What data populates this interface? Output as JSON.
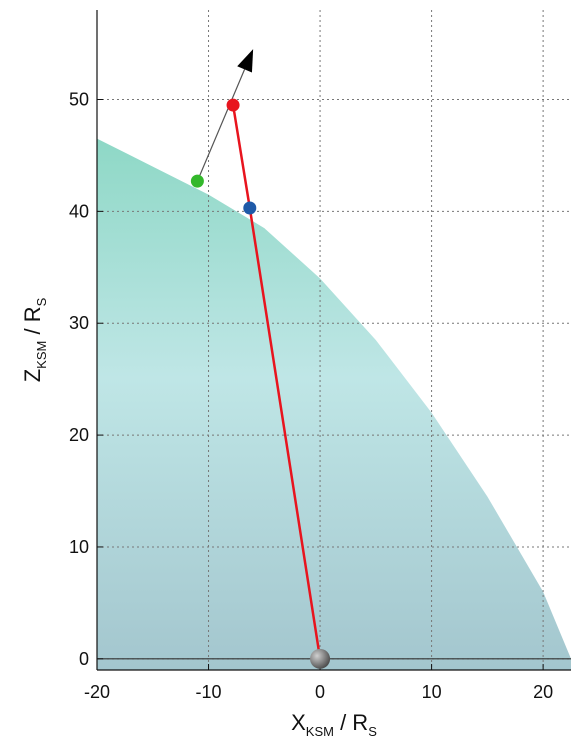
{
  "chart_data": {
    "type": "scatter",
    "title": "",
    "xlabel": {
      "main": "X",
      "sub": "KSM",
      "rest": " / R",
      "rest_sub": "S"
    },
    "ylabel": {
      "main": "Z",
      "sub": "KSM",
      "rest": " / R",
      "rest_sub": "S"
    },
    "xlim": [
      -20,
      22.5
    ],
    "ylim": [
      -1,
      58
    ],
    "xticks": [
      -20,
      -10,
      0,
      10,
      20
    ],
    "xtick_labels": [
      "-20",
      "-10",
      "0",
      "10",
      "20"
    ],
    "yticks": [
      0,
      10,
      20,
      30,
      40,
      50
    ],
    "ytick_labels": [
      "0",
      "10",
      "20",
      "30",
      "40",
      "50"
    ],
    "grid": true,
    "colors": {
      "region_top": "#8ed8c6",
      "region_mid": "#bfe6e6",
      "region_bottom": "#a3c6ce",
      "red": "#e8141e",
      "green": "#33b82b",
      "blue": "#1f5aa8",
      "planet": "#8a8a8a",
      "arrow": "#000000",
      "trend_line": "#555555"
    },
    "shaded_region": {
      "description_points_on_boundary": [
        [
          -20,
          46.5
        ],
        [
          -15,
          44
        ],
        [
          -10,
          41.5
        ],
        [
          -5,
          38.5
        ],
        [
          0,
          34
        ],
        [
          5,
          28.5
        ],
        [
          10,
          22
        ],
        [
          15,
          14.5
        ],
        [
          20,
          6
        ],
        [
          22.5,
          0
        ]
      ]
    },
    "series": [
      {
        "kind": "line",
        "color": "red",
        "points": [
          [
            0,
            0
          ],
          [
            -6.3,
            40.3
          ],
          [
            -7.8,
            49.5
          ]
        ]
      },
      {
        "kind": "arrow",
        "color": "arrow",
        "points": [
          [
            -11,
            42.7
          ],
          [
            -6,
            54.5
          ]
        ]
      }
    ],
    "points": [
      {
        "color": "red",
        "x": -7.8,
        "y": 49.5
      },
      {
        "color": "green",
        "x": -11,
        "y": 42.7
      },
      {
        "color": "blue",
        "x": -6.3,
        "y": 40.3
      },
      {
        "color": "planet",
        "x": 0,
        "y": 0
      }
    ]
  }
}
